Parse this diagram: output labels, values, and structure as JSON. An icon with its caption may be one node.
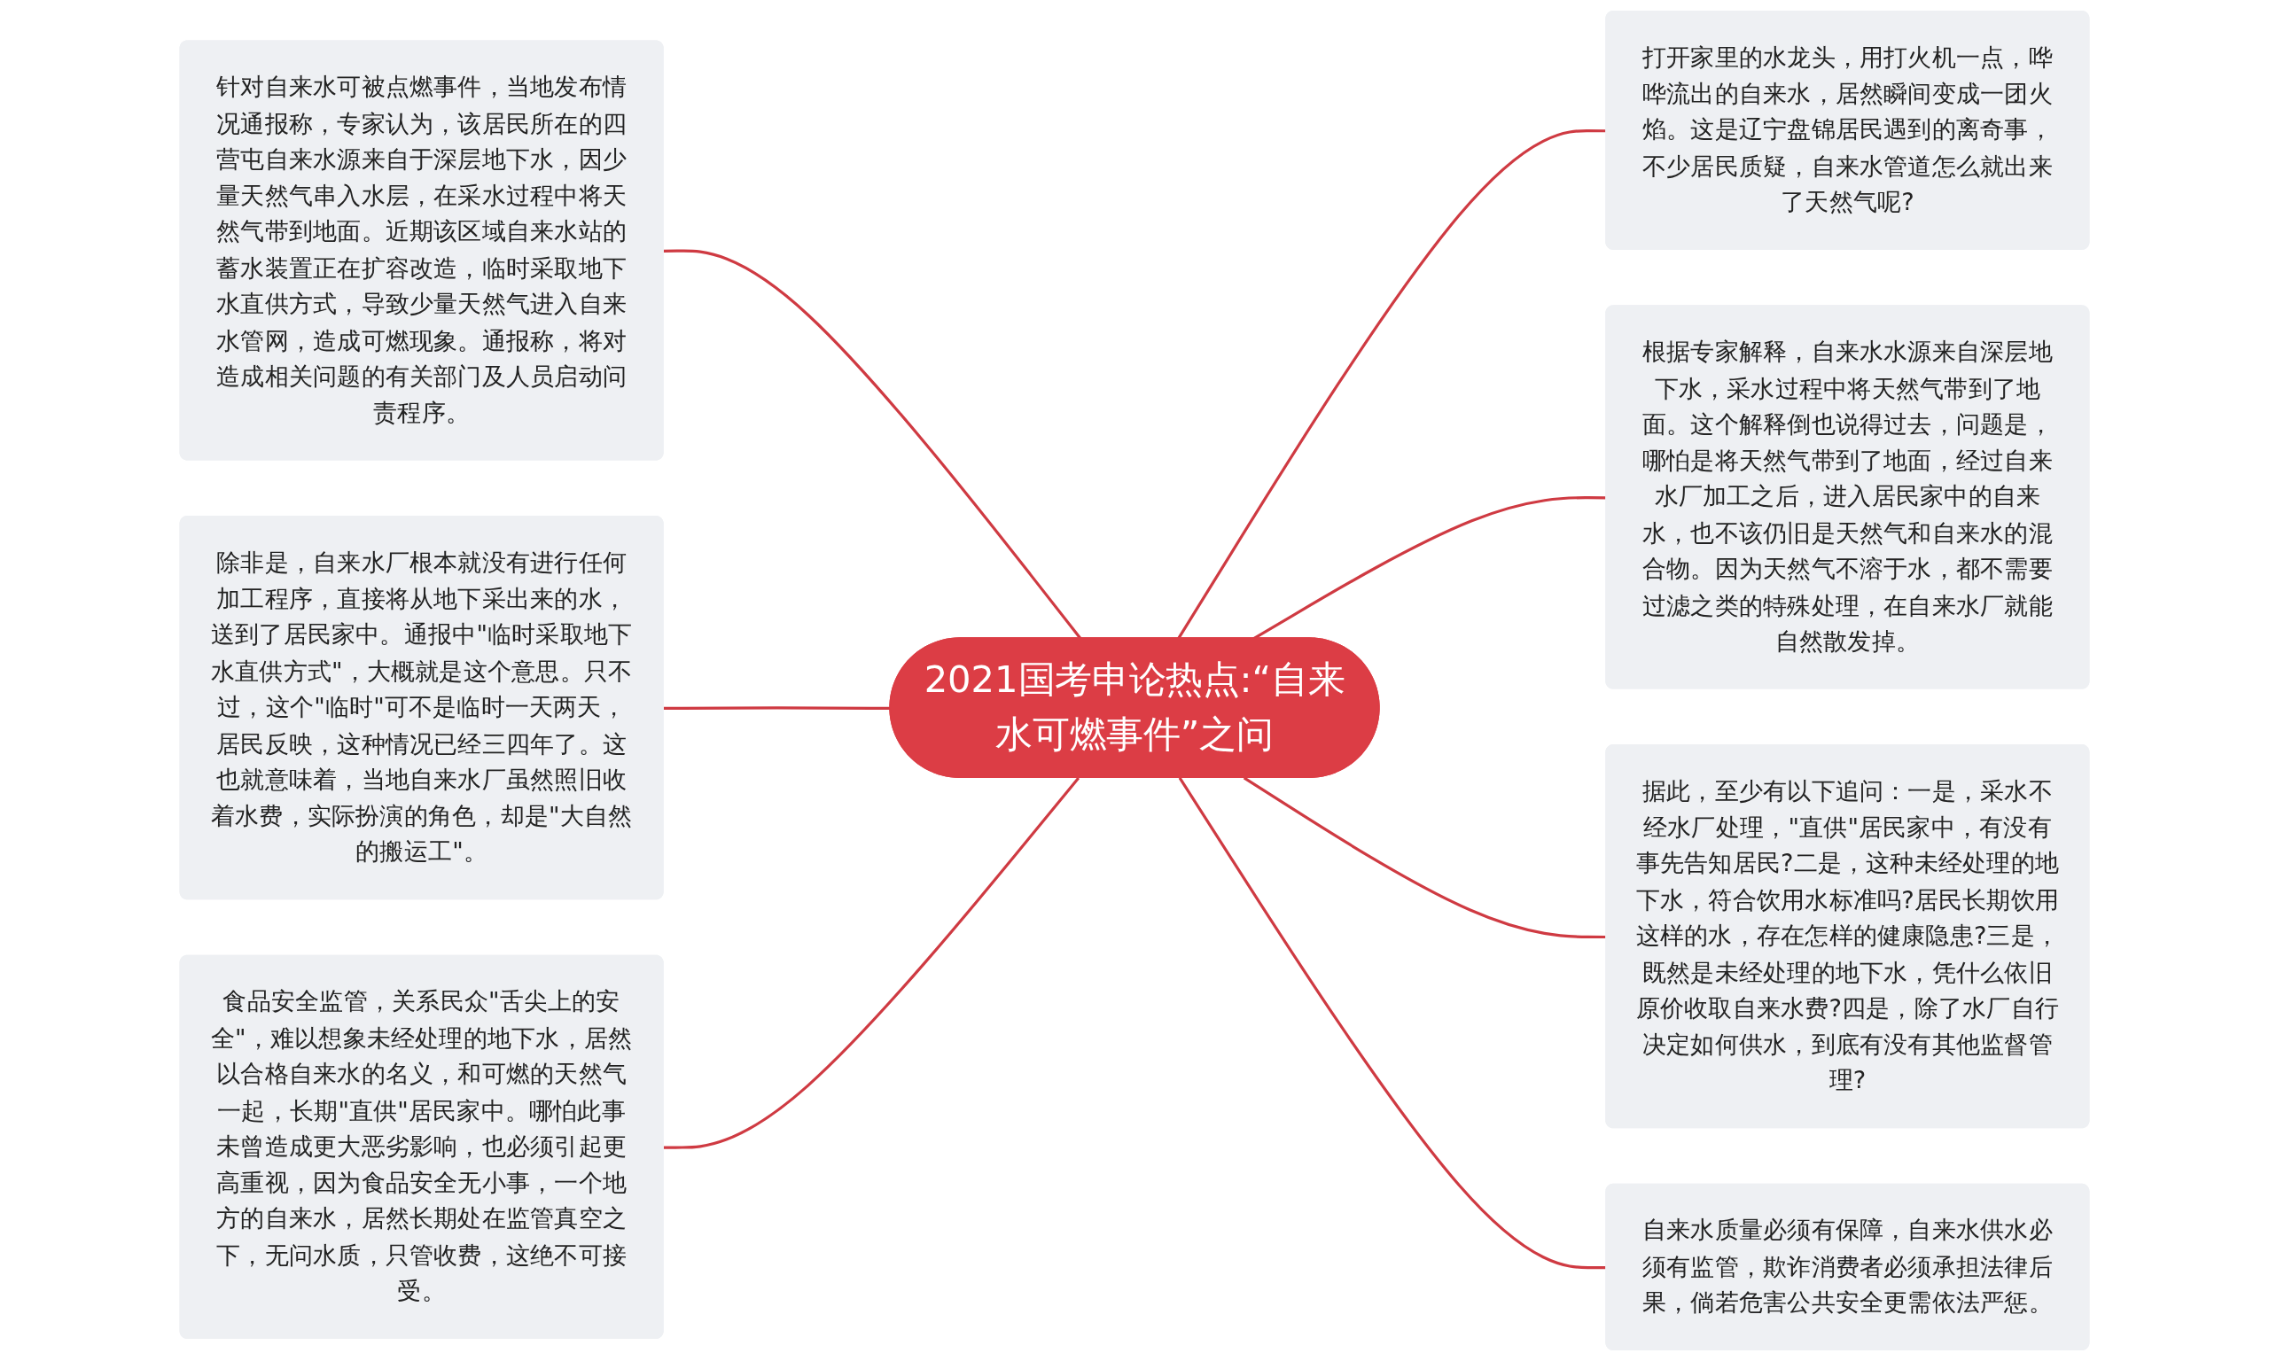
{
  "diagram": {
    "nodes": [
      {
        "text": [
          "2021国考申论热点:“自来水可燃事件”之问"
        ]
      },
      {
        "text": [
          "针对自来水可被点燃事件，当地发布情况通报称，专家认为，该居民所在的四营屯自来水源来自于深层地下水，因少量天然气串入水层，在采水过程中将天然气带到地面。近期该区域自来水站的蓄水装置正在扩容改造，临时采取地下水直供方式，导致少量天然气进入自来水管网，造成可燃现象。通报称，将对造成相关问题的有关部门及人员启动问责程序。"
        ]
      },
      {
        "text": [
          "除非是，自来水厂根本就没有进行任何加工程序，直接将从地下采出来的水，送到了居民家中。通报中\"临时采取地下水直供方式\"，大概就是这个意思。只不过，这个\"临时\"可不是临时一天两天，居民反映，这种情况已经三四年了。这也就意味着，当地自来水厂虽然照旧收着水费，实际扮演的角色，却是\"大自然的搬运工\"。"
        ]
      },
      {
        "text": [
          "食品安全监管，关系民众\"舌尖上的安全\"，难以想象未经处理的地下水，居然以合格自来水的名义，和可燃的天然气一起，长期\"直供\"居民家中。哪怕此事未曾造成更大恶劣影响，也必须引起更高重视，因为食品安全无小事，一个地方的自来水，居然长期处在监管真空之下，无问水质，只管收费，这绝不可接受。"
        ]
      },
      {
        "text": [
          "打开家里的水龙头，用打火机一点，哗哗流出的自来水，居然瞬间变成一团火焰。这是辽宁盘锦居民遇到的离奇事，不少居民质疑，自来水管道怎么就出来了天然气呢?"
        ]
      },
      {
        "text": [
          "根据专家解释，自来水水源来自深层地下水，采水过程中将天然气带到了地面。这个解释倒也说得过去，问题是，哪怕是将天然气带到了地面，经过自来水厂加工之后，进入居民家中的自来水，也不该仍旧是天然气和自来水的混合物。因为天然气不溶于水，都不需要过滤之类的特殊处理，在自来水厂就能自然散发掉。"
        ]
      },
      {
        "text": [
          "据此，至少有以下追问：一是，采水不经水厂处理，\"直供\"居民家中，有没有事先告知居民?二是，这种未经处理的地下水，符合饮用水标准吗?居民长期饮用这样的水，存在怎样的健康隐患?三是，既然是未经处理的地下水，凭什么依旧原价收取自来水费?四是，除了水厂自行决定如何供水，到底有没有其他监督管理?"
        ]
      },
      {
        "text": [
          "自来水质量必须有保障，自来水供水必须有监管，欺诈消费者必须承担法律后果，倘若危害公共安全更需依法严惩。"
        ]
      }
    ],
    "edges": [
      {
        "from": 0,
        "to": 1,
        "arrow": "none"
      },
      {
        "from": 0,
        "to": 2,
        "arrow": "none"
      },
      {
        "from": 0,
        "to": 3,
        "arrow": "none"
      },
      {
        "from": 0,
        "to": 4,
        "arrow": "none"
      },
      {
        "from": 0,
        "to": 5,
        "arrow": "none"
      },
      {
        "from": 0,
        "to": 6,
        "arrow": "none"
      },
      {
        "from": 0,
        "to": 7,
        "arrow": "none"
      }
    ]
  }
}
